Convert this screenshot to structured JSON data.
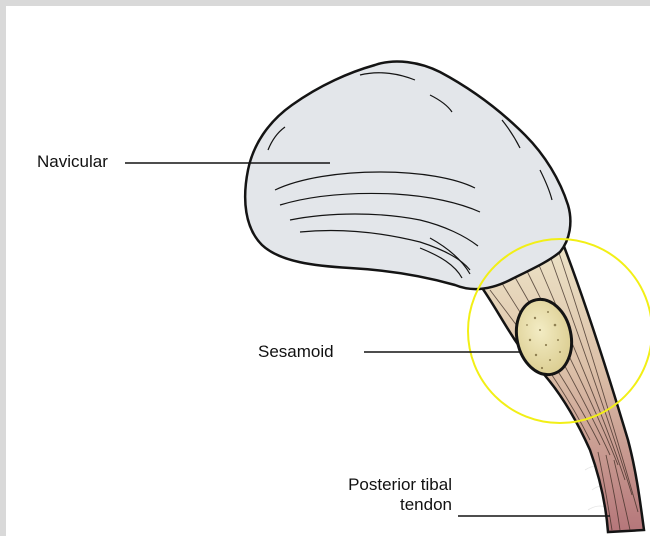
{
  "labels": {
    "navicular": "Navicular",
    "sesamoid": "Sesamoid",
    "tendon_line1": "Posterior tibal",
    "tendon_line2": "tendon"
  },
  "colors": {
    "bone_fill": "#e3e6ea",
    "outline": "#141414",
    "sesamoid_fill": "#e8dca8",
    "tendon_top": "#eee6c9",
    "tendon_bottom": "#b5767a",
    "highlight_circle": "#f2ef16",
    "frame": "#d9d9d9"
  }
}
